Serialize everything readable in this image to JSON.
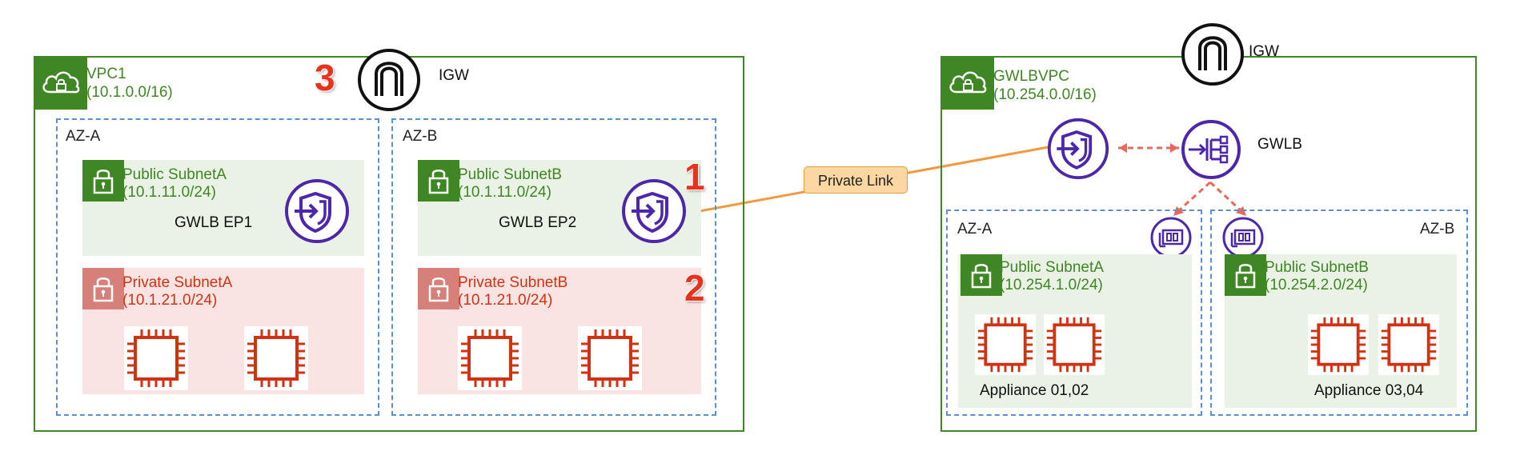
{
  "left_vpc": {
    "name": "VPC1",
    "cidr": "(10.1.0.0/16)",
    "igw_label": "IGW",
    "az_a": {
      "label": "AZ-A",
      "public_subnet": {
        "name": "Public SubnetA",
        "cidr": "(10.1.11.0/24)",
        "endpoint_label": "GWLB EP1"
      },
      "private_subnet": {
        "name": "Private SubnetA",
        "cidr": "(10.1.21.0/24)"
      }
    },
    "az_b": {
      "label": "AZ-B",
      "public_subnet": {
        "name": "Public SubnetB",
        "cidr": "(10.1.11.0/24)",
        "endpoint_label": "GWLB EP2"
      },
      "private_subnet": {
        "name": "Private SubnetB",
        "cidr": "(10.1.21.0/24)"
      }
    }
  },
  "markers": {
    "one": "1",
    "two": "2",
    "three": "3"
  },
  "link_label": "Private Link",
  "right_vpc": {
    "name": "GWLBVPC",
    "cidr": "(10.254.0.0/16)",
    "igw_label": "IGW",
    "gwlb_label": "GWLB",
    "az_a": {
      "label": "AZ-A",
      "public_subnet": {
        "name": "Public SubnetA",
        "cidr": "(10.254.1.0/24)"
      },
      "appliances_label": "Appliance 01,02"
    },
    "az_b": {
      "label": "AZ-B",
      "public_subnet": {
        "name": "Public SubnetB",
        "cidr": "(10.254.2.0/24)"
      },
      "appliances_label": "Appliance 03,04"
    }
  },
  "colors": {
    "vpc_green": "#3f8624",
    "private_red": "#d13212",
    "endpoint_purple": "#4d27aa",
    "chip_red": "#d13212",
    "link_orange": "#ef9a3e",
    "az_blue": "#5a8fd0"
  },
  "icons": [
    "cloud-lock-icon",
    "igw-icon",
    "lock-icon",
    "gwlb-endpoint-icon",
    "gwlb-icon",
    "network-interface-icon",
    "ec2-chip-icon"
  ]
}
